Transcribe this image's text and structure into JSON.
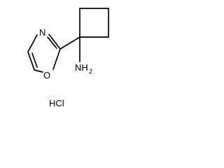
{
  "molecule": {
    "atoms": {
      "n_ring": "N",
      "o_ring": "O",
      "amine": "NH",
      "amine_sub": "2"
    },
    "salt": "HCl",
    "colors": {
      "ink": "#000000",
      "background": "#ffffff"
    }
  }
}
